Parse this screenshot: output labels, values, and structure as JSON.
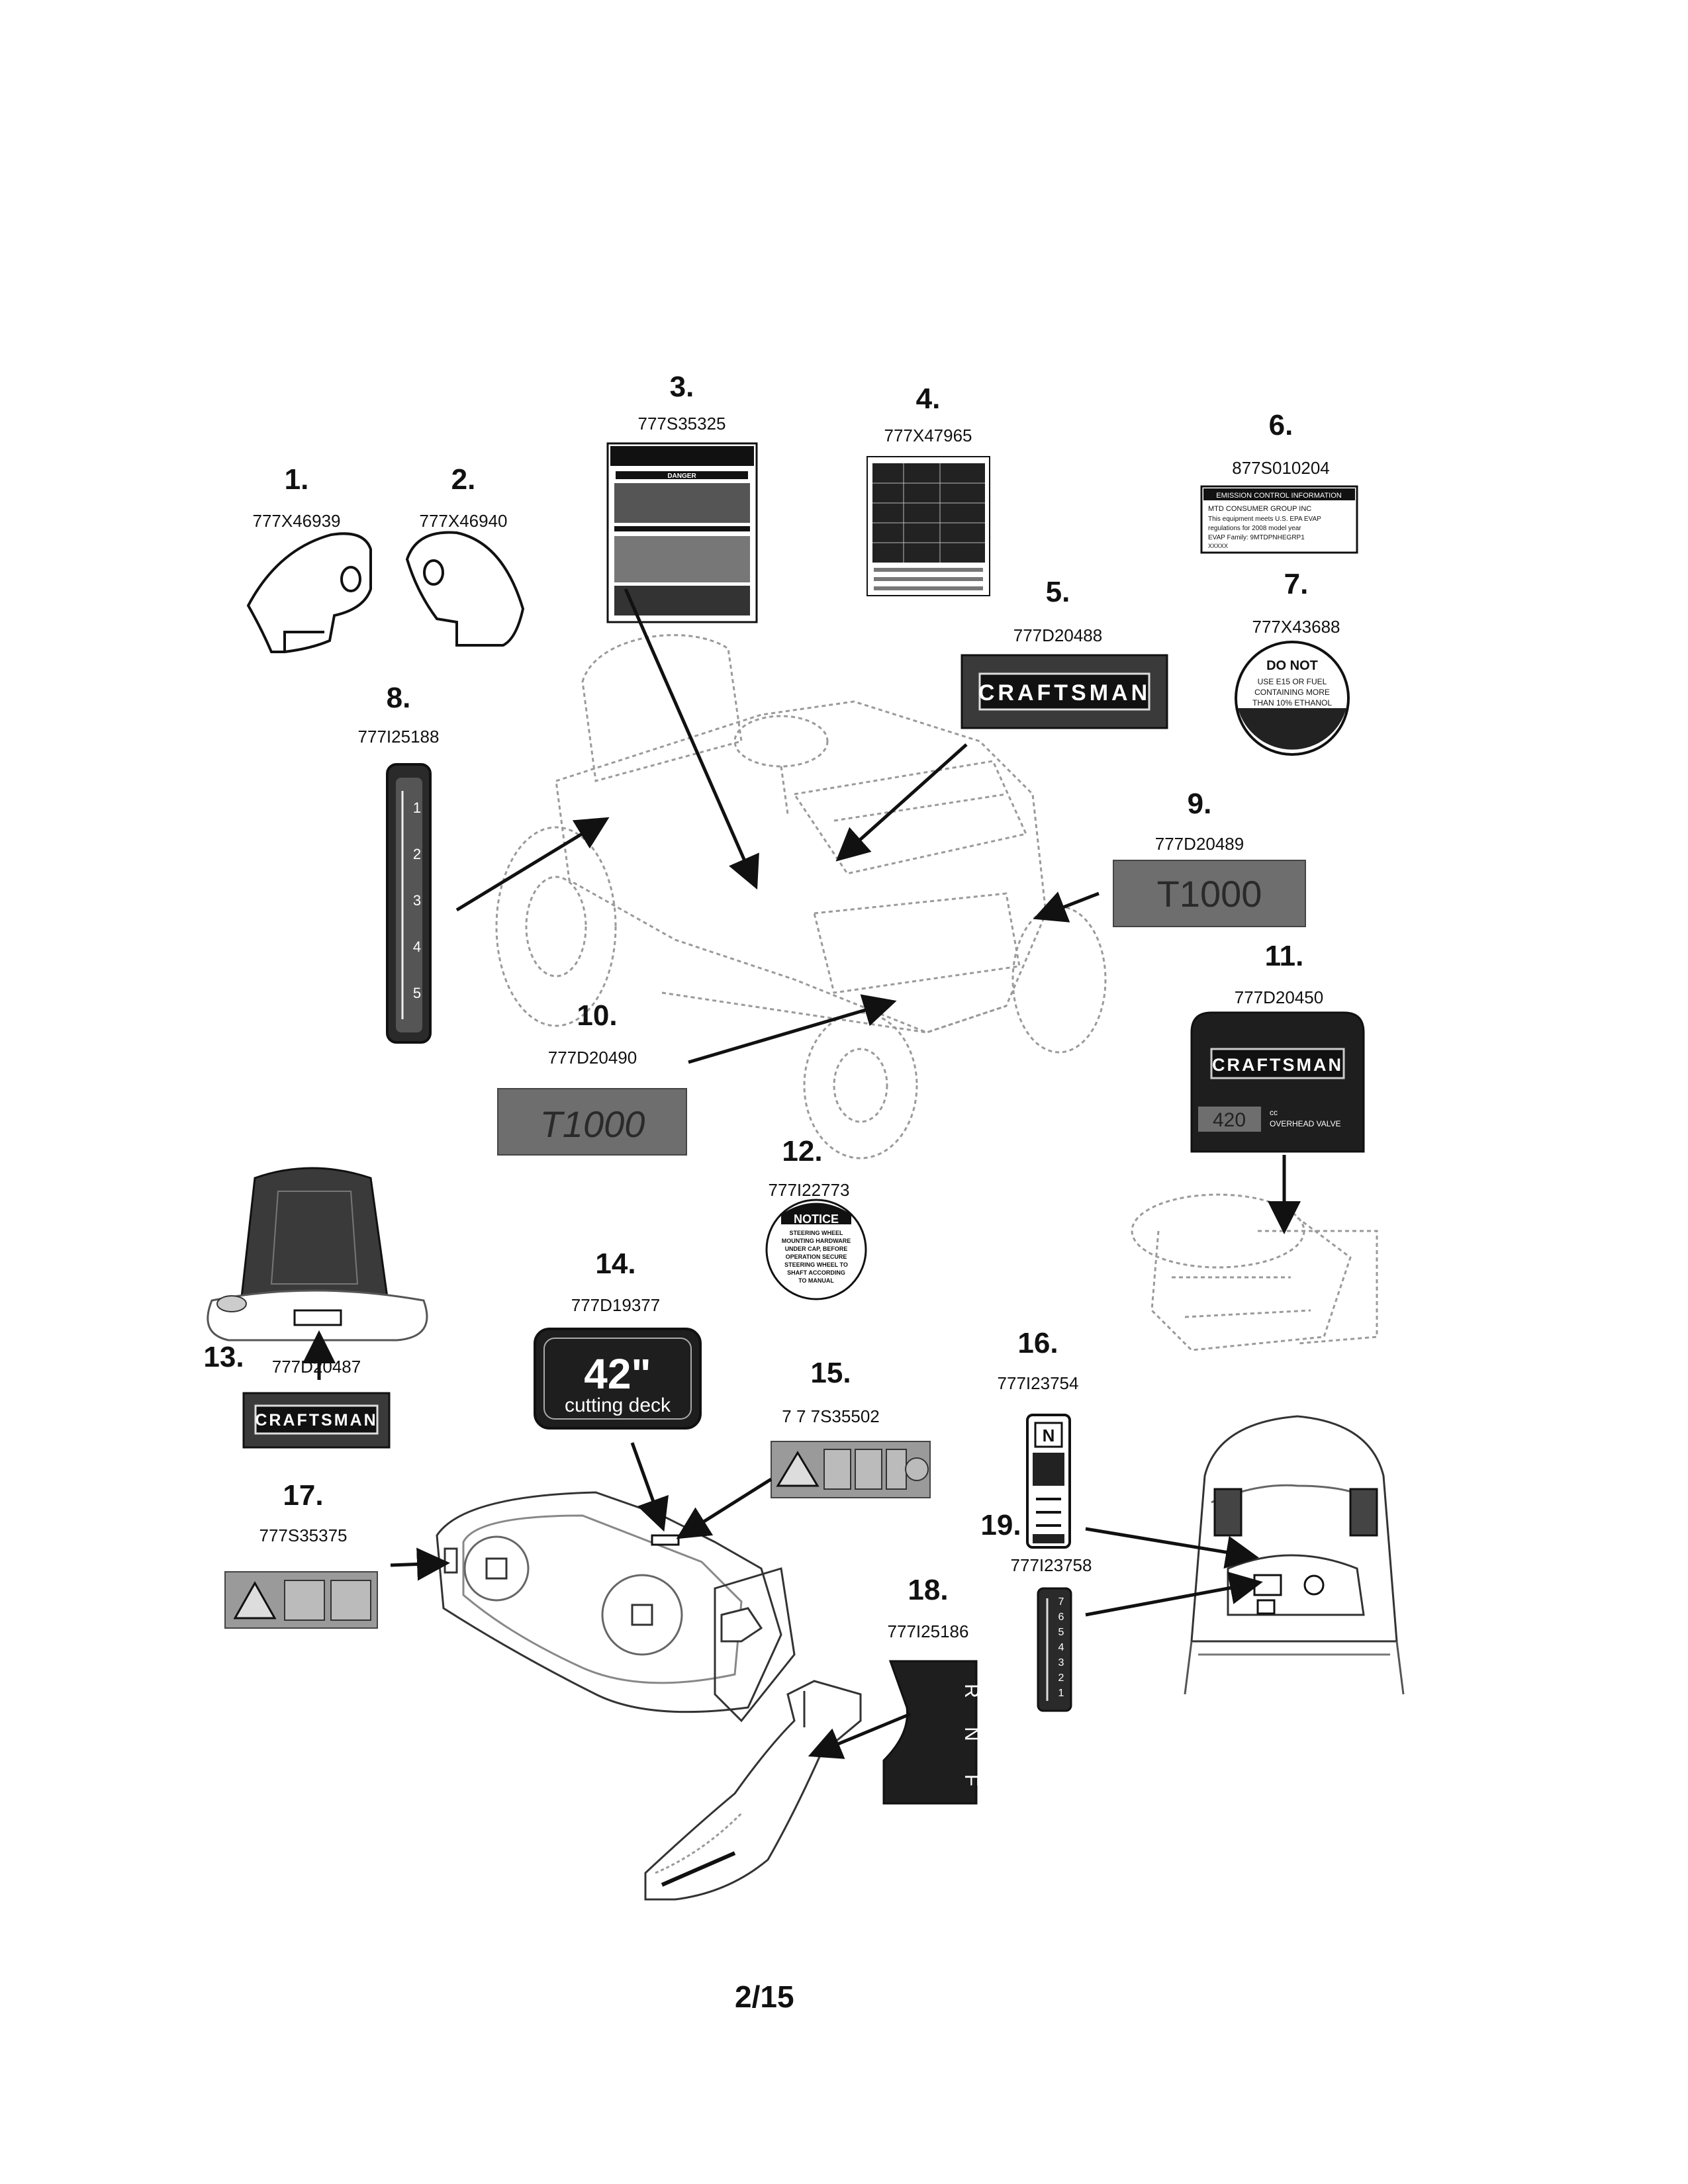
{
  "page_number": "2/15",
  "callouts": [
    {
      "num": "1.",
      "part": "777X46939"
    },
    {
      "num": "2.",
      "part": "777X46940"
    },
    {
      "num": "3.",
      "part": "777S35325"
    },
    {
      "num": "4.",
      "part": "777X47965"
    },
    {
      "num": "5.",
      "part": "777D20488"
    },
    {
      "num": "6.",
      "part": "877S010204"
    },
    {
      "num": "7.",
      "part": "777X43688"
    },
    {
      "num": "8.",
      "part": "777I25188"
    },
    {
      "num": "9.",
      "part": "777D20489"
    },
    {
      "num": "10.",
      "part": "777D20490"
    },
    {
      "num": "11.",
      "part": "777D20450"
    },
    {
      "num": "12.",
      "part": "777I22773"
    },
    {
      "num": "13.",
      "part": "777D20487"
    },
    {
      "num": "14.",
      "part": "777D19377"
    },
    {
      "num": "15.",
      "part": "7 7 7S35502"
    },
    {
      "num": "16.",
      "part": "777I23754"
    },
    {
      "num": "17.",
      "part": "777S35375"
    },
    {
      "num": "18.",
      "part": "777I25186"
    },
    {
      "num": "19.",
      "part": "777I23758"
    }
  ],
  "decal_text": {
    "brand": "CRAFTSMAN",
    "model": "T1000",
    "deck_size": "42\"",
    "deck_caption": "cutting deck",
    "engine_cc": "420",
    "engine_cc_unit": "cc",
    "engine_type": "OVERHEAD VALVE",
    "notice_title": "NOTICE",
    "notice_lines": [
      "STEERING WHEEL",
      "MOUNTING HARDWARE",
      "UNDER CAP, BEFORE",
      "OPERATION SECURE",
      "STEERING WHEEL TO",
      "SHAFT ACCORDING",
      "TO MANUAL"
    ],
    "fuel_lines": [
      "DO NOT",
      "USE E15 OR FUEL",
      "CONTAINING MORE",
      "THAN 10% ETHANOL"
    ],
    "emission_lines": [
      "EMISSION CONTROL INFORMATION",
      "MTD CONSUMER GROUP INC",
      "This equipment meets U.S. EPA EVAP",
      "regulations for 2008 model year",
      "EVAP Family: 9MTDPNHEGRP1",
      "XXXXX"
    ],
    "danger_word": "DANGER",
    "lift_scale": [
      "1",
      "2",
      "3",
      "4",
      "5"
    ],
    "speed_scale": [
      "7",
      "6",
      "5",
      "4",
      "3",
      "2",
      "1"
    ],
    "drive_letters": [
      "R",
      "N",
      "F"
    ],
    "choke_letter": "N"
  }
}
